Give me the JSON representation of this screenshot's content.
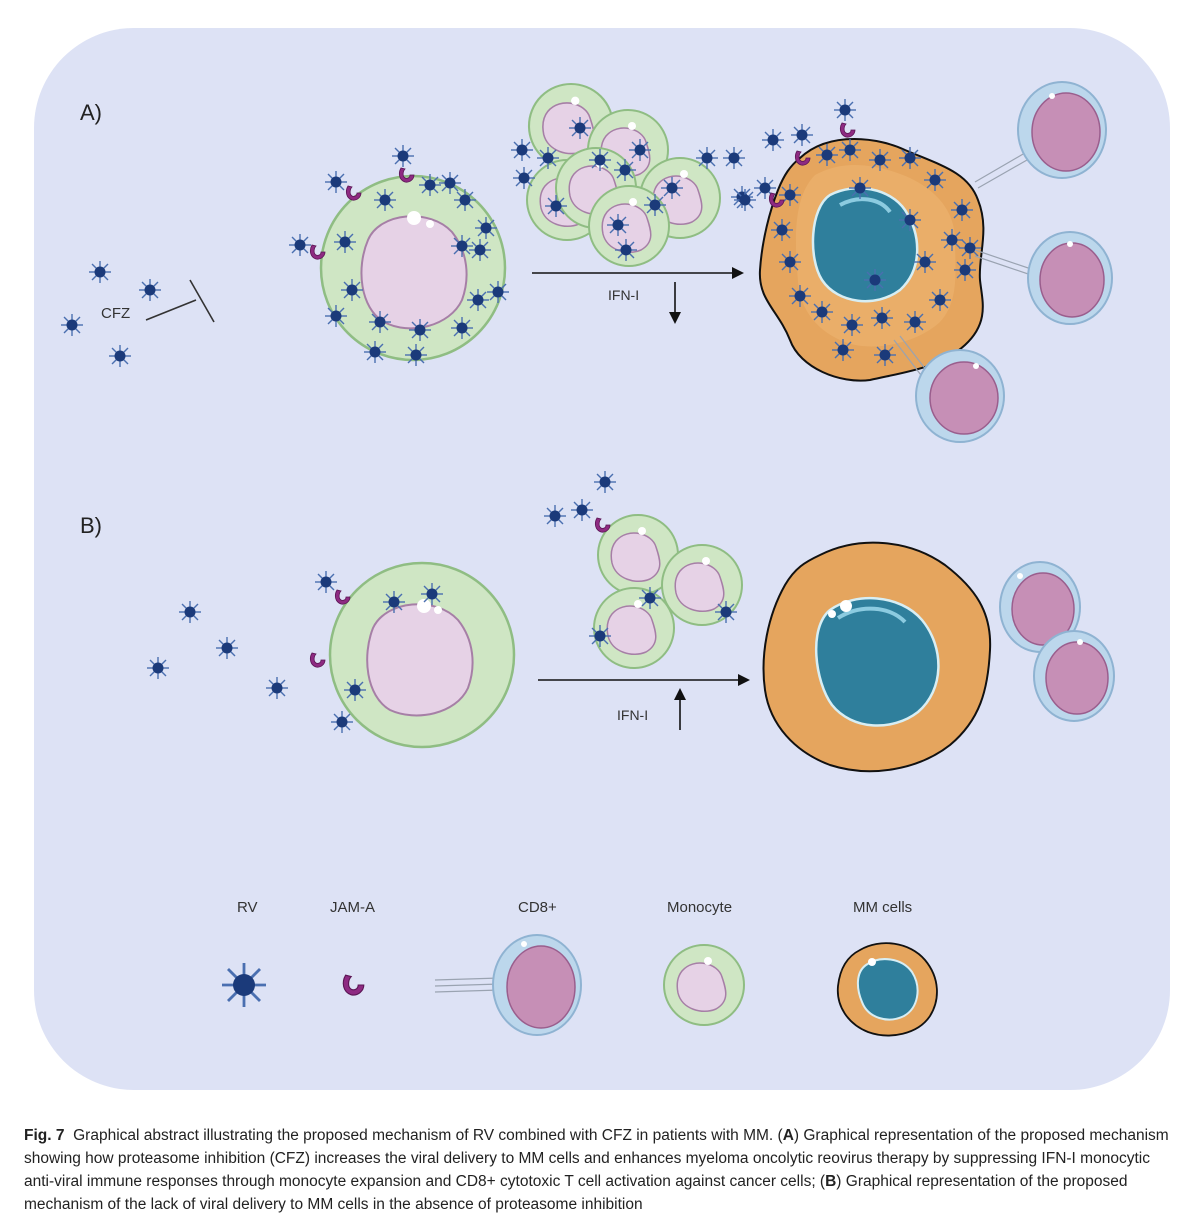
{
  "panel_a": {
    "label": "A)",
    "drug_label": "CFZ",
    "ifn_label": "IFN-I",
    "ifn_direction": "down"
  },
  "panel_b": {
    "label": "B)",
    "ifn_label": "IFN-I",
    "ifn_direction": "up"
  },
  "legend": {
    "rv": "RV",
    "jam_a": "JAM-A",
    "cd8": "CD8+",
    "monocyte": "Monocyte",
    "mm_cells": "MM cells"
  },
  "caption": {
    "fig_label": "Fig. 7",
    "intro": "Graphical abstract illustrating the proposed mechanism of RV combined with CFZ in patients with MM. (",
    "a_letter": "A",
    "a_text": ") Graphical representation of the proposed mechanism showing how proteasome inhibition (CFZ) increases the viral delivery to MM cells and enhances myeloma oncolytic reovirus therapy by suppressing IFN-I monocytic anti-viral immune responses through monocyte expansion and CD8+ cytotoxic T cell activation against cancer cells; (",
    "b_letter": "B",
    "b_text": ") Graphical representation of the proposed mechanism of the lack of viral delivery to MM cells in the absence of proteasome inhibition"
  },
  "colors": {
    "background": "#dde2f5",
    "monocyte_fill": "#cfe6c4",
    "nucleus_fill": "#e6d2e6",
    "mm_fill": "#e5a55e",
    "mm_nucleus": "#2f7f9c",
    "cd8_ring": "#bcd7ec",
    "cd8_body": "#c68fb6",
    "virus": "#1b3a7a",
    "jam_a": "#8e2a82"
  }
}
